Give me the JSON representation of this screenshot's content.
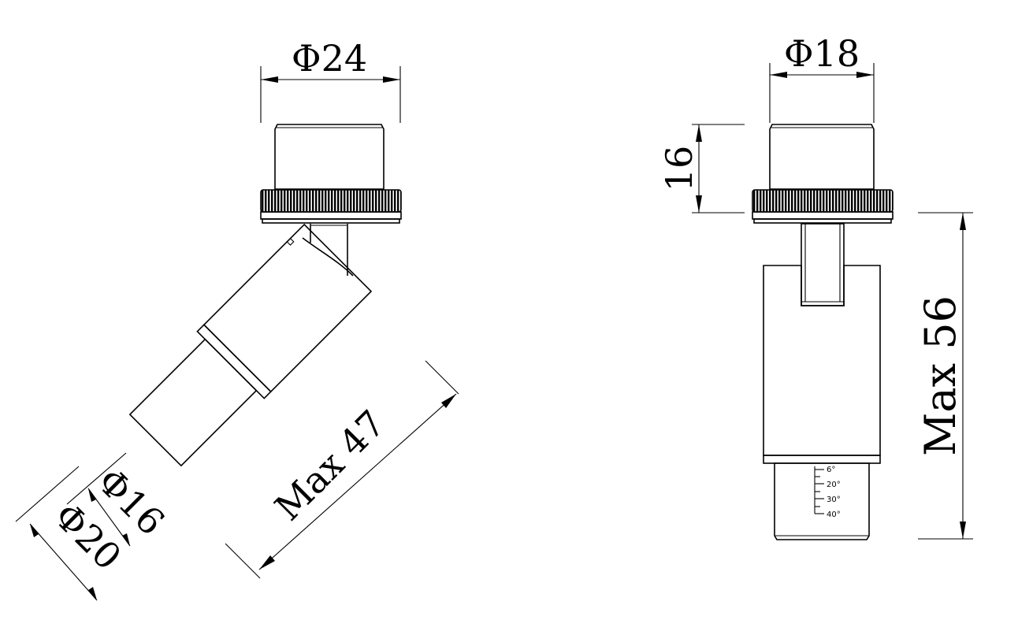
{
  "left_view": {
    "dim_top_diameter": "Φ24",
    "dim_length": "Max 47",
    "dim_inner_diameter": "Φ16",
    "dim_outer_diameter": "Φ20"
  },
  "right_view": {
    "dim_top_diameter": "Φ18",
    "dim_cap_height": "16",
    "dim_total_length": "Max 56",
    "beam_angle_scale": [
      "6°",
      "20°",
      "30°",
      "40°"
    ]
  }
}
